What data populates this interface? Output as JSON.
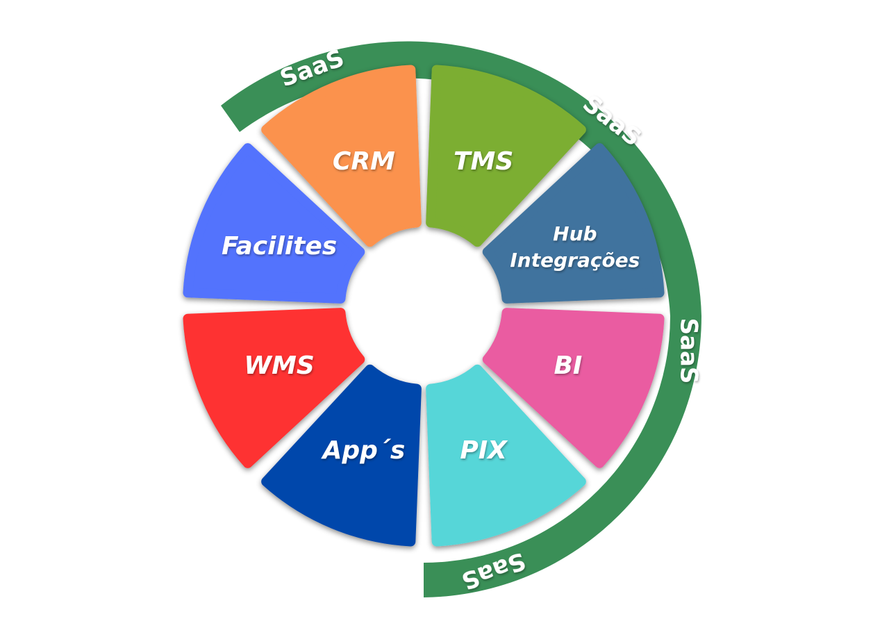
{
  "ring_label": "SaaS",
  "ring_color": "#3a8f57",
  "segments": [
    {
      "label": "CRM",
      "color": "#fb924e"
    },
    {
      "label": "TMS",
      "color": "#7bae33"
    },
    {
      "label": "Hub Integrações",
      "lines": [
        "Hub",
        "Integrações"
      ],
      "color": "#40739e"
    },
    {
      "label": "BI",
      "color": "#ea5ca1"
    },
    {
      "label": "PIX",
      "color": "#56d6d8"
    },
    {
      "label": "App´s",
      "color": "#0047ab"
    },
    {
      "label": "WMS",
      "color": "#fe3233"
    },
    {
      "label": "Facilites",
      "color": "#5273fd"
    }
  ]
}
